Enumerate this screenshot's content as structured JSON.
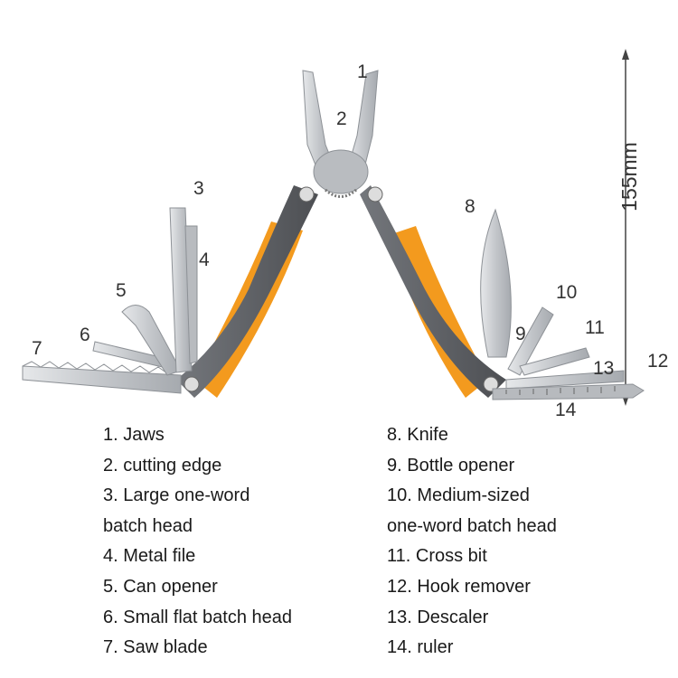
{
  "dimension": {
    "height_label": "155mm"
  },
  "callouts": [
    "1",
    "2",
    "3",
    "4",
    "5",
    "6",
    "7",
    "8",
    "9",
    "10",
    "11",
    "12",
    "13",
    "14"
  ],
  "legend_left": [
    "1. Jaws",
    "2. cutting edge",
    "3. Large one-word",
    "batch head",
    "4. Metal file",
    "5. Can opener",
    "6. Small flat batch head",
    "7. Saw blade"
  ],
  "legend_right": [
    "8. Knife",
    "9. Bottle opener",
    "10. Medium-sized",
    "one-word batch head",
    "11. Cross bit",
    "12. Hook remover",
    "13. Descaler",
    "14. ruler"
  ],
  "colors": {
    "handle_grey": "#5f6166",
    "handle_orange": "#f39a1e",
    "steel": "#c9ccd0",
    "steel_dark": "#9a9ea4"
  }
}
